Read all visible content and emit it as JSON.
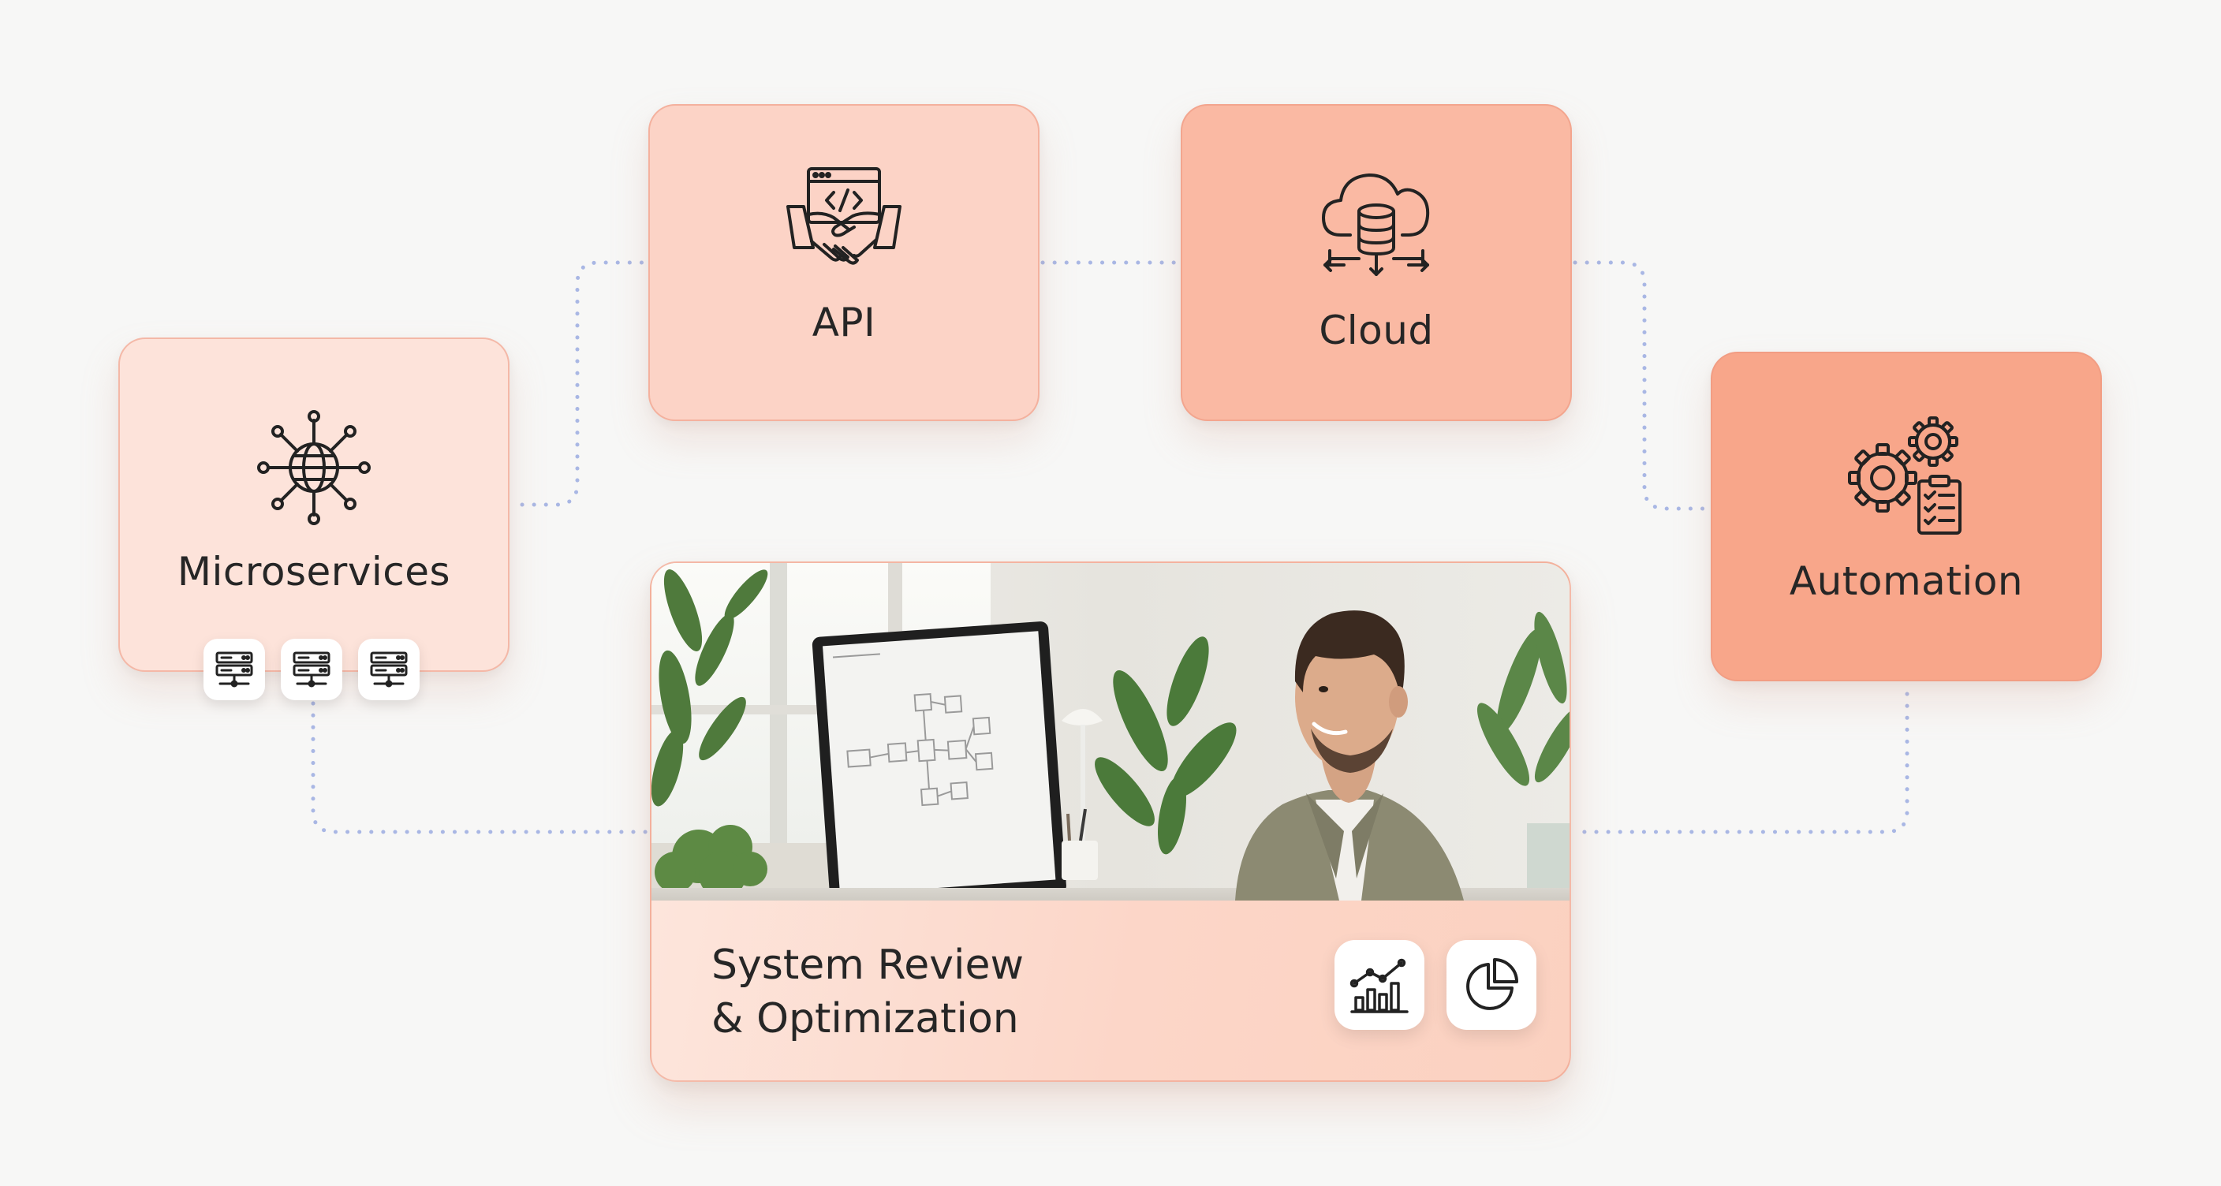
{
  "nodes": {
    "microservices": {
      "label": "Microservices",
      "icon": "network-globe-icon",
      "color": "#fde3da"
    },
    "api": {
      "label": "API",
      "icon": "api-handshake-icon",
      "color": "#fcd3c6"
    },
    "cloud": {
      "label": "Cloud",
      "icon": "cloud-database-icon",
      "color": "#fab9a3"
    },
    "automation": {
      "label": "Automation",
      "icon": "gears-checklist-icon",
      "color": "#f8a68a"
    }
  },
  "server_icons": [
    "server-icon",
    "server-icon",
    "server-icon"
  ],
  "review": {
    "title_line1": "System Review",
    "title_line2": "& Optimization",
    "photo": "man-smiling-at-monitor-photo",
    "icons": [
      "bar-chart-trend-icon",
      "pie-chart-icon"
    ]
  },
  "connectors": {
    "style": "dotted",
    "color": "#a9b7e4"
  }
}
